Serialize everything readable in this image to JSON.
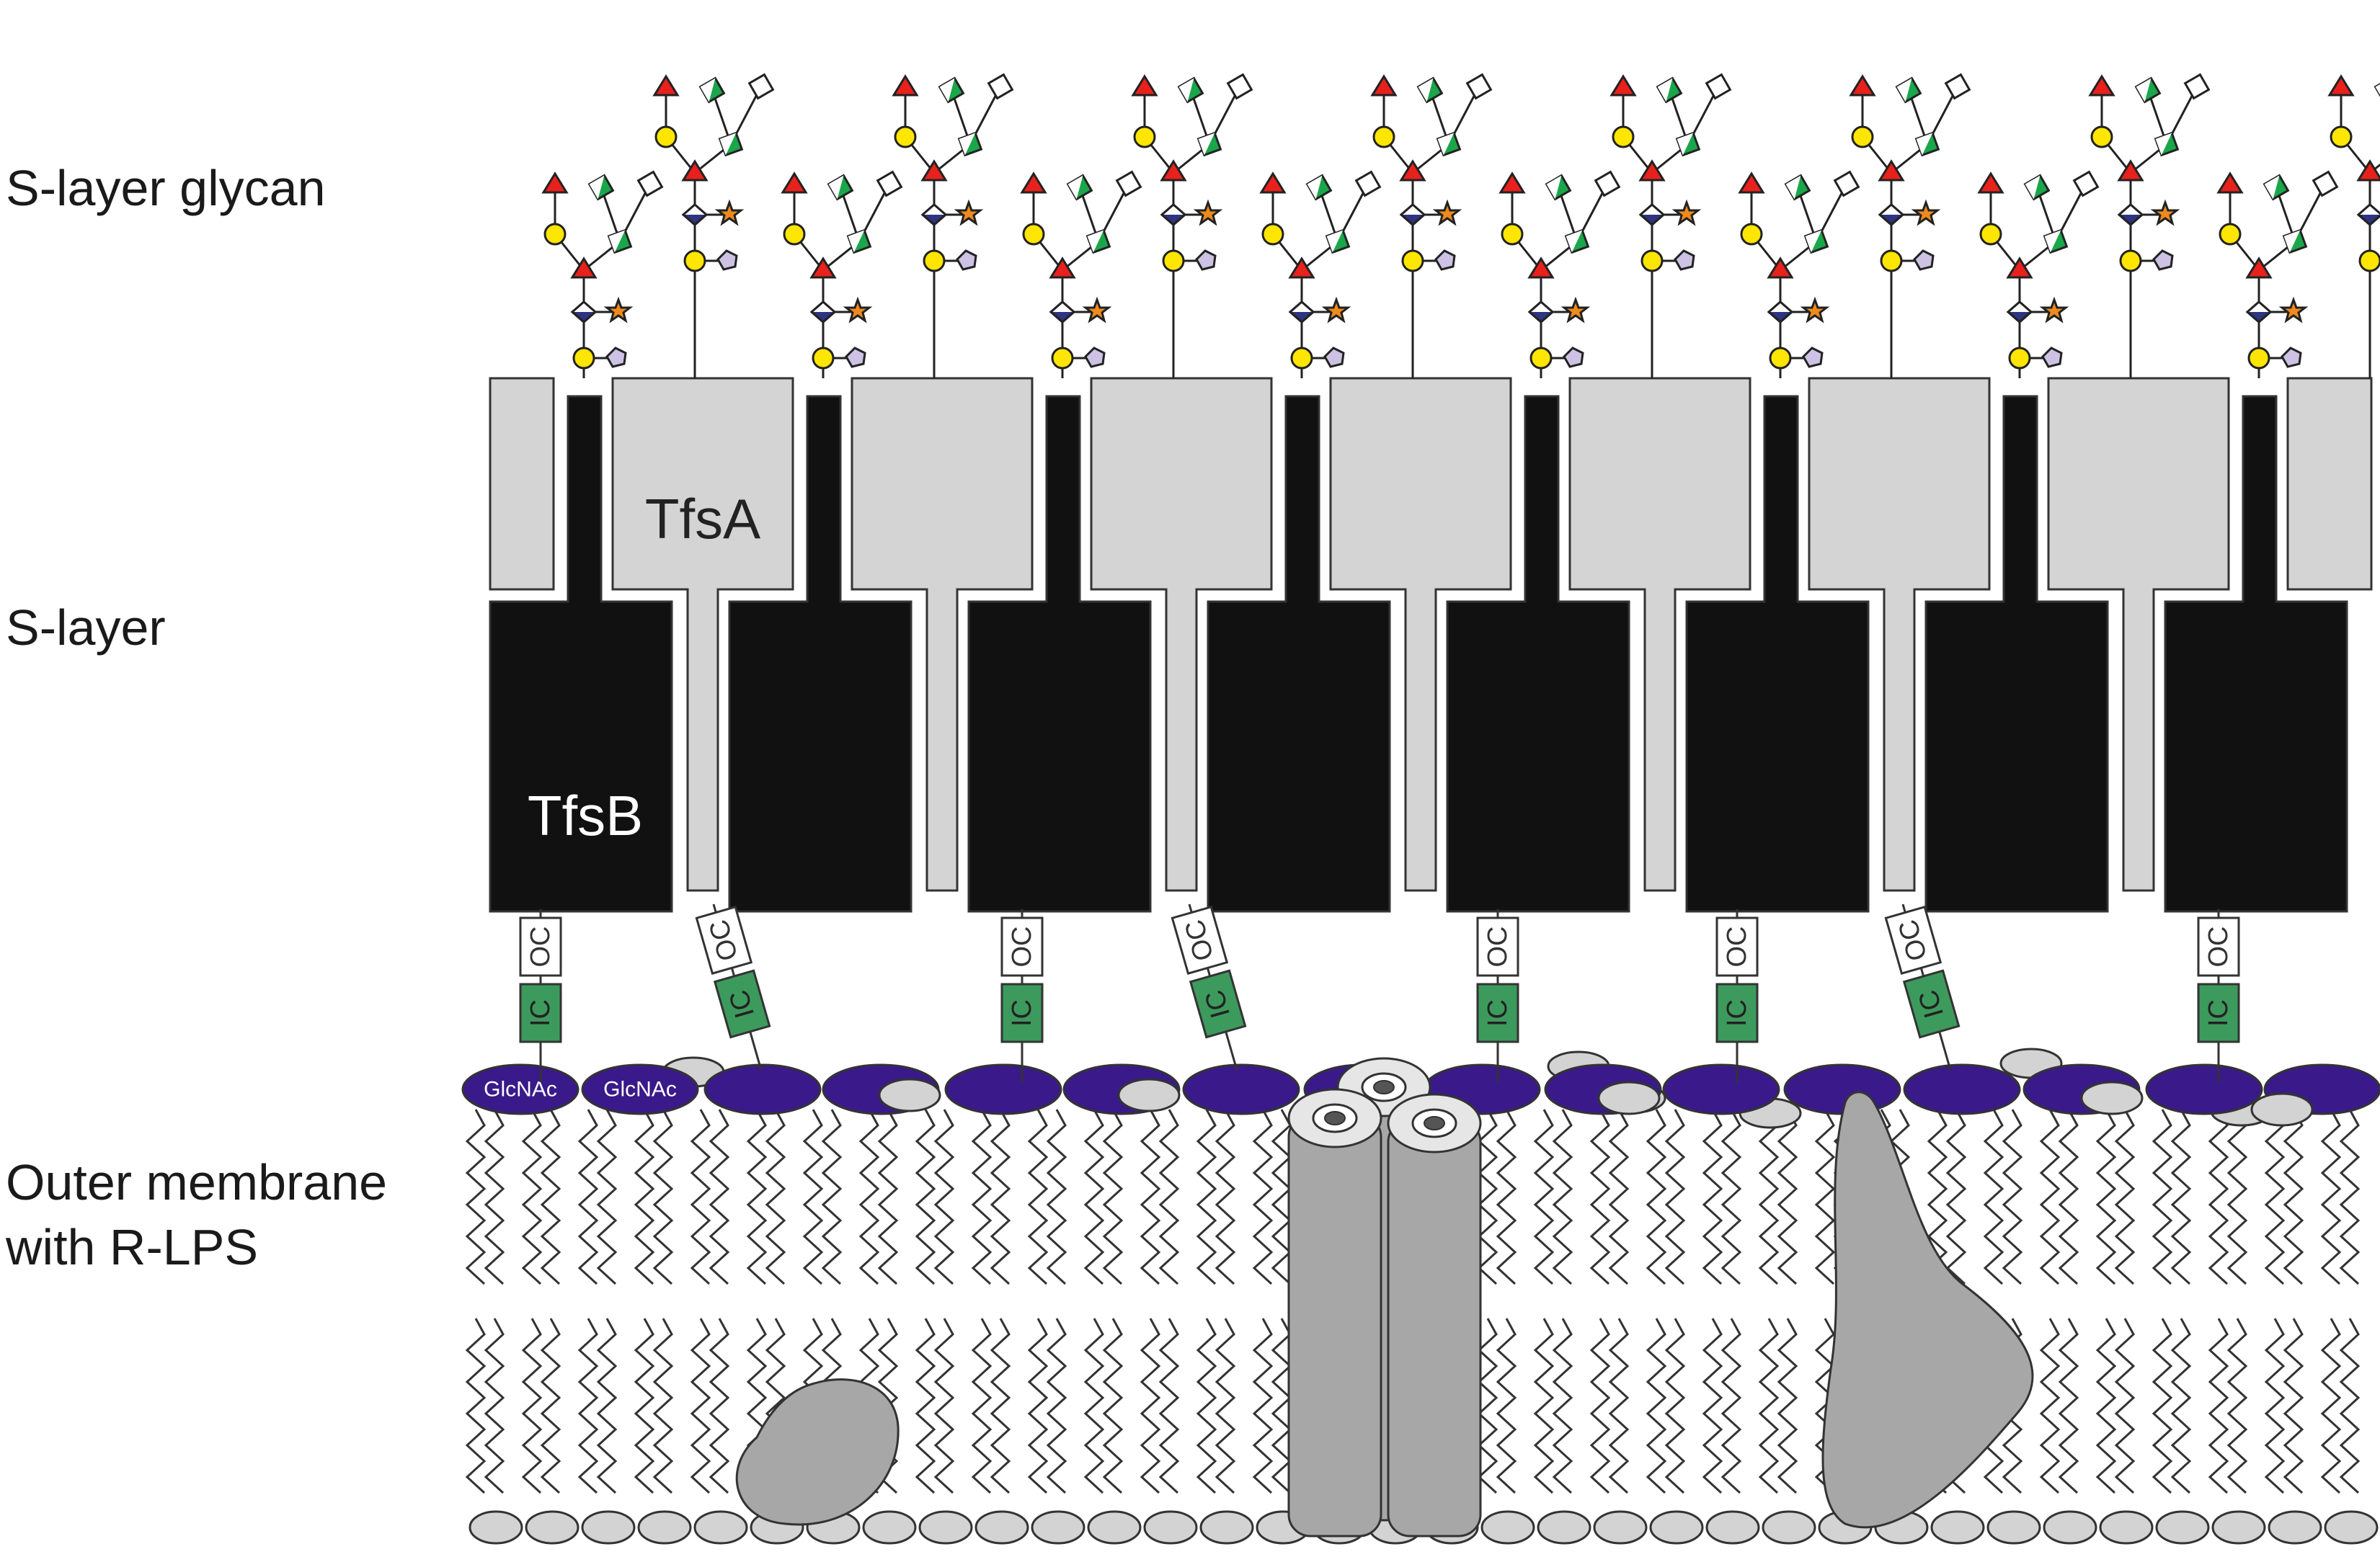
{
  "labels": {
    "glycan": "S-layer glycan",
    "s_layer": "S-layer",
    "membrane_line1": "Outer membrane",
    "membrane_line2": "with R-LPS"
  },
  "proteins": {
    "tfsa": "TfsA",
    "tfsb": "TfsB"
  },
  "domains": {
    "outer": "OC",
    "inner": "IC"
  },
  "lipid_a": {
    "sugar": "GlcNAc"
  },
  "colors": {
    "tfsa_fill": "#d4d4d4",
    "tfsb_fill": "#111111",
    "ic_green": "#3d9a5d",
    "glcnac_purple": "#3a1a8a",
    "sugar_yellow": "#ffe600",
    "sugar_red": "#e8211c",
    "sugar_green": "#1aa64a",
    "sugar_navy": "#2e3480",
    "star_orange": "#ee8a1e",
    "pentagon_lilac": "#cdc2e4",
    "protein_gray": "#a7a7a7",
    "head_gray": "#d3d3d3"
  }
}
